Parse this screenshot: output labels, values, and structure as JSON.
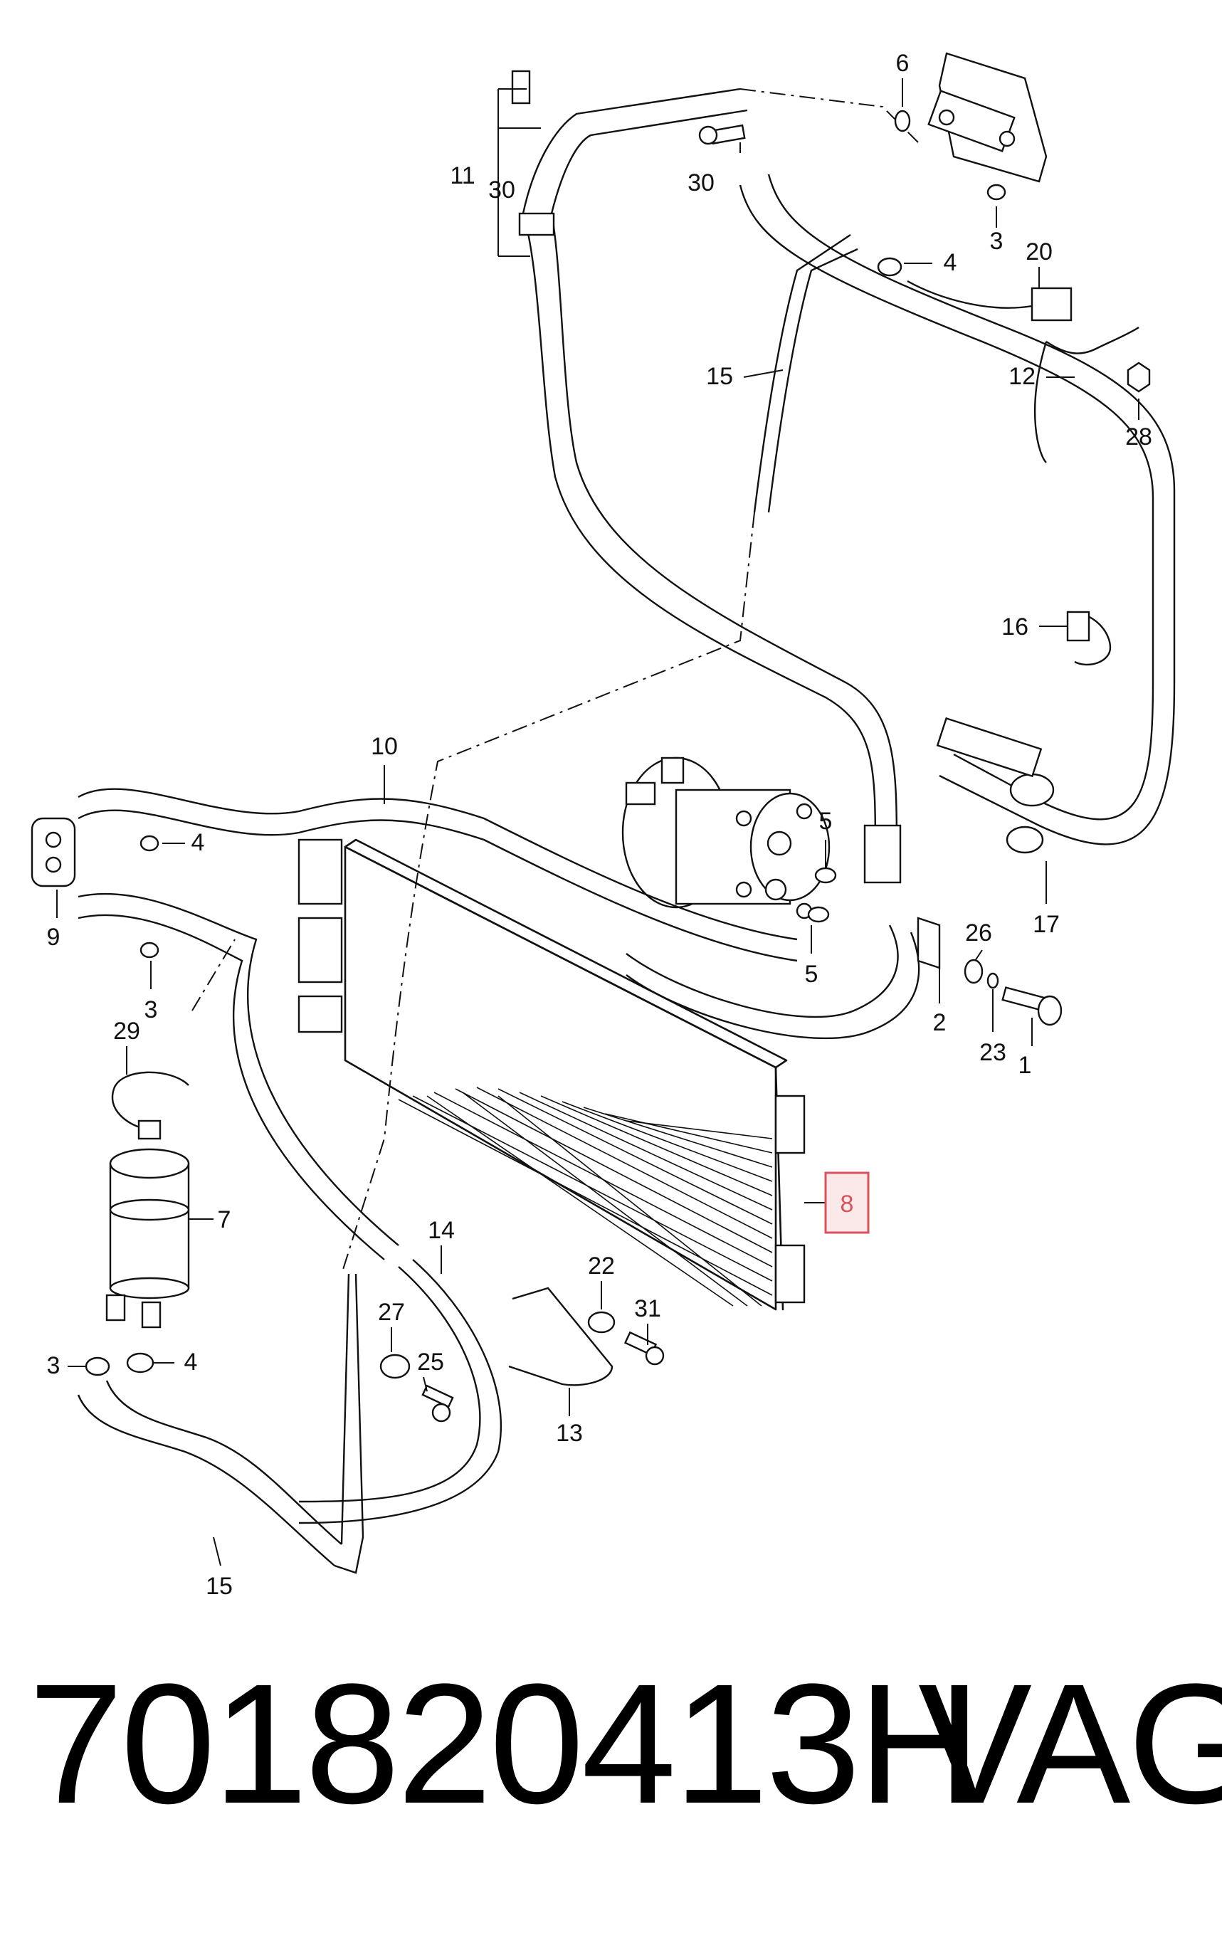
{
  "callouts": {
    "c1": "1",
    "c2": "2",
    "c3a": "3",
    "c3b": "3",
    "c3c": "3",
    "c4a": "4",
    "c4b": "4",
    "c4c": "4",
    "c5a": "5",
    "c5b": "5",
    "c6": "6",
    "c7": "7",
    "c8": "8",
    "c9": "9",
    "c10": "10",
    "c11": "11",
    "c12": "12",
    "c13": "13",
    "c14": "14",
    "c15a": "15",
    "c15b": "15",
    "c16": "16",
    "c17": "17",
    "c20": "20",
    "c22": "22",
    "c23": "23",
    "c25": "25",
    "c26": "26",
    "c27": "27",
    "c28": "28",
    "c29": "29",
    "c30a": "30",
    "c30b": "30",
    "c31": "31"
  },
  "highlight": {
    "color": "#d9535f",
    "part": "8"
  },
  "footer": {
    "part_number": "701820413H",
    "brand": "VAG"
  }
}
